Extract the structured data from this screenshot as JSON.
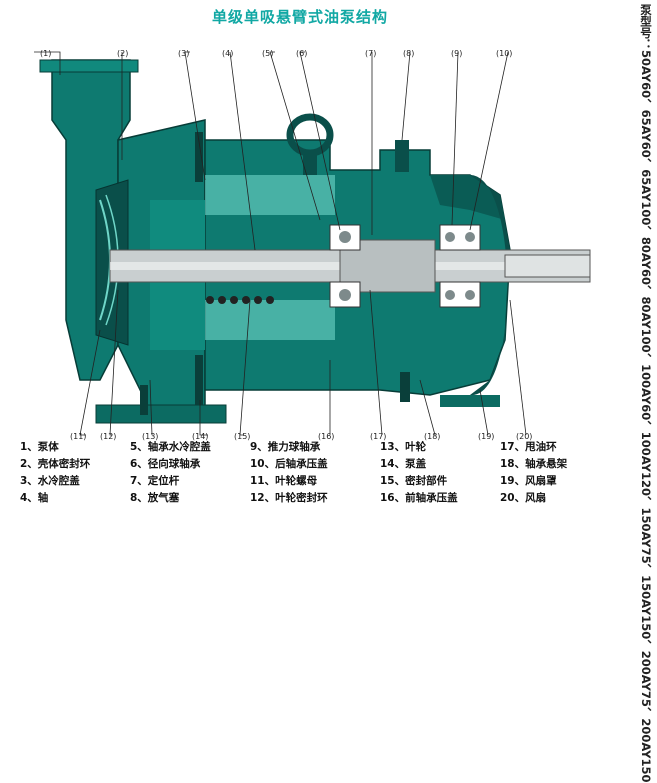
{
  "title": "单级单吸悬臂式油泵结构",
  "models": [
    "泵型号：",
    "50AY60、65AY60、65AY100、80AY60、80AY100、100AY60、100AY120、",
    "150AY75、150AY150、200AY75、200AY150"
  ],
  "callouts": [
    "(1)",
    "(2)",
    "(3)",
    "(4)",
    "(5)",
    "(6)",
    "(7)",
    "(8)",
    "(9)",
    "(10)",
    "(11)",
    "(12)",
    "(13)",
    "(14)",
    "(15)",
    "(16)",
    "(17)",
    "(18)",
    "(19)",
    "(20)"
  ],
  "legend": [
    "1、泵体",
    "2、壳体密封环",
    "3、水冷腔盖",
    "4、轴",
    "5、轴承水冷腔盖",
    "6、径向球轴承",
    "7、定位杆",
    "8、放气塞",
    "9、推力球轴承",
    "10、后轴承压盖",
    "11、叶轮螺母",
    "12、叶轮密封环",
    "13、叶轮",
    "14、泵盖",
    "15、密封部件",
    "16、前轴承压盖",
    "17、甩油环",
    "18、轴承悬架",
    "19、风扇罩",
    "20、风扇"
  ],
  "colors": {
    "body": "#0e7a70",
    "dark": "#0a4f4a",
    "light": "#6fd6c8",
    "shaft": "#c9cfd0",
    "title": "#11a8a4"
  }
}
